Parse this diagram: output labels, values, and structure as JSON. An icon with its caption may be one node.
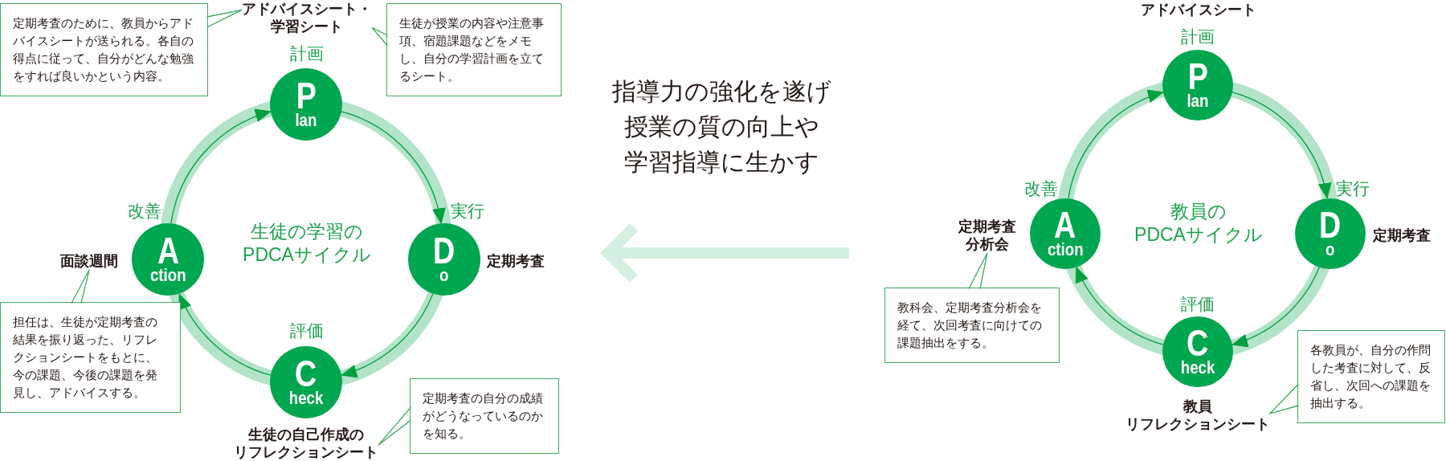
{
  "diagram": {
    "nodes": [
      {
        "text": [
          "定期考査のために、教員からアドバイスシートが送られる。各自の得点に従って、自分がどんな勉強をすれば良いかという内容。"
        ]
      },
      {
        "text": [
          "アドバイスシート・学習シート"
        ]
      },
      {
        "text": [
          "生徒が授業の内容や注意事項、宿題課題などをメモし、自分の学習計画を立てるシート。"
        ]
      },
      {
        "text": [
          "P",
          "lan"
        ],
        "beside": [
          "計画"
        ]
      },
      {
        "text": [
          "A",
          "ction"
        ],
        "beside": [
          "改善"
        ]
      },
      {
        "text": [
          "面談週間"
        ]
      },
      {
        "text": [
          "D",
          "o"
        ],
        "beside": [
          "実行",
          "定期考査"
        ]
      },
      {
        "text": [
          "担任は、生徒が定期考査の結果を振り返った、リフレクションシートをもとに、今の課題、今後の課題を発見し、アドバイスする。"
        ]
      },
      {
        "text": [
          "C",
          "heck"
        ],
        "beside": [
          "評価"
        ]
      },
      {
        "text": [
          "生徒の自己作成のリフレクションシート"
        ]
      },
      {
        "text": [
          "定期考査の自分の成績がどうなっているのかを知る。"
        ]
      },
      {
        "text": [
          "P",
          "lan"
        ],
        "beside": [
          "アドバイスシート",
          "計画"
        ]
      },
      {
        "text": [
          "定期考査分析会"
        ]
      },
      {
        "text": [
          "A",
          "ction"
        ],
        "beside": [
          "改善"
        ]
      },
      {
        "text": [
          "D",
          "o"
        ],
        "beside": [
          "実行",
          "定期考査"
        ]
      },
      {
        "text": [
          "教科会、定期考査分析会を経て、次回考査に向けての課題抽出をする。"
        ]
      },
      {
        "text": [
          "C",
          "heck"
        ],
        "beside": [
          "評価"
        ]
      },
      {
        "text": [
          "教員リフレクションシート"
        ]
      },
      {
        "text": [
          "各教員が、自分の作問した考査に対して、反省し、次回への課題を抽出する。"
        ]
      }
    ],
    "edges": [
      {
        "from": 3,
        "to": 6,
        "arrow": "to"
      },
      {
        "from": 6,
        "to": 8,
        "arrow": "to"
      },
      {
        "from": 8,
        "to": 4,
        "arrow": "to"
      },
      {
        "from": 4,
        "to": 3,
        "arrow": "to"
      },
      {
        "from": 0,
        "to": 1,
        "arrow": "none"
      },
      {
        "from": 2,
        "to": 1,
        "arrow": "none"
      },
      {
        "from": 7,
        "to": 5,
        "arrow": "none"
      },
      {
        "from": 10,
        "to": 9,
        "arrow": "none"
      },
      {
        "from": 11,
        "to": 14,
        "arrow": "to"
      },
      {
        "from": 14,
        "to": 16,
        "arrow": "to"
      },
      {
        "from": 16,
        "to": 13,
        "arrow": "to"
      },
      {
        "from": 13,
        "to": 11,
        "arrow": "to"
      },
      {
        "from": 15,
        "to": 12,
        "arrow": "none"
      },
      {
        "from": 18,
        "to": 17,
        "arrow": "none"
      }
    ],
    "labels": [
      "生徒の学習のPDCAサイクル",
      "指導力の強化を遂げ授業の質の向上や学習指導に生かす",
      "教員のPDCAサイクル"
    ]
  }
}
